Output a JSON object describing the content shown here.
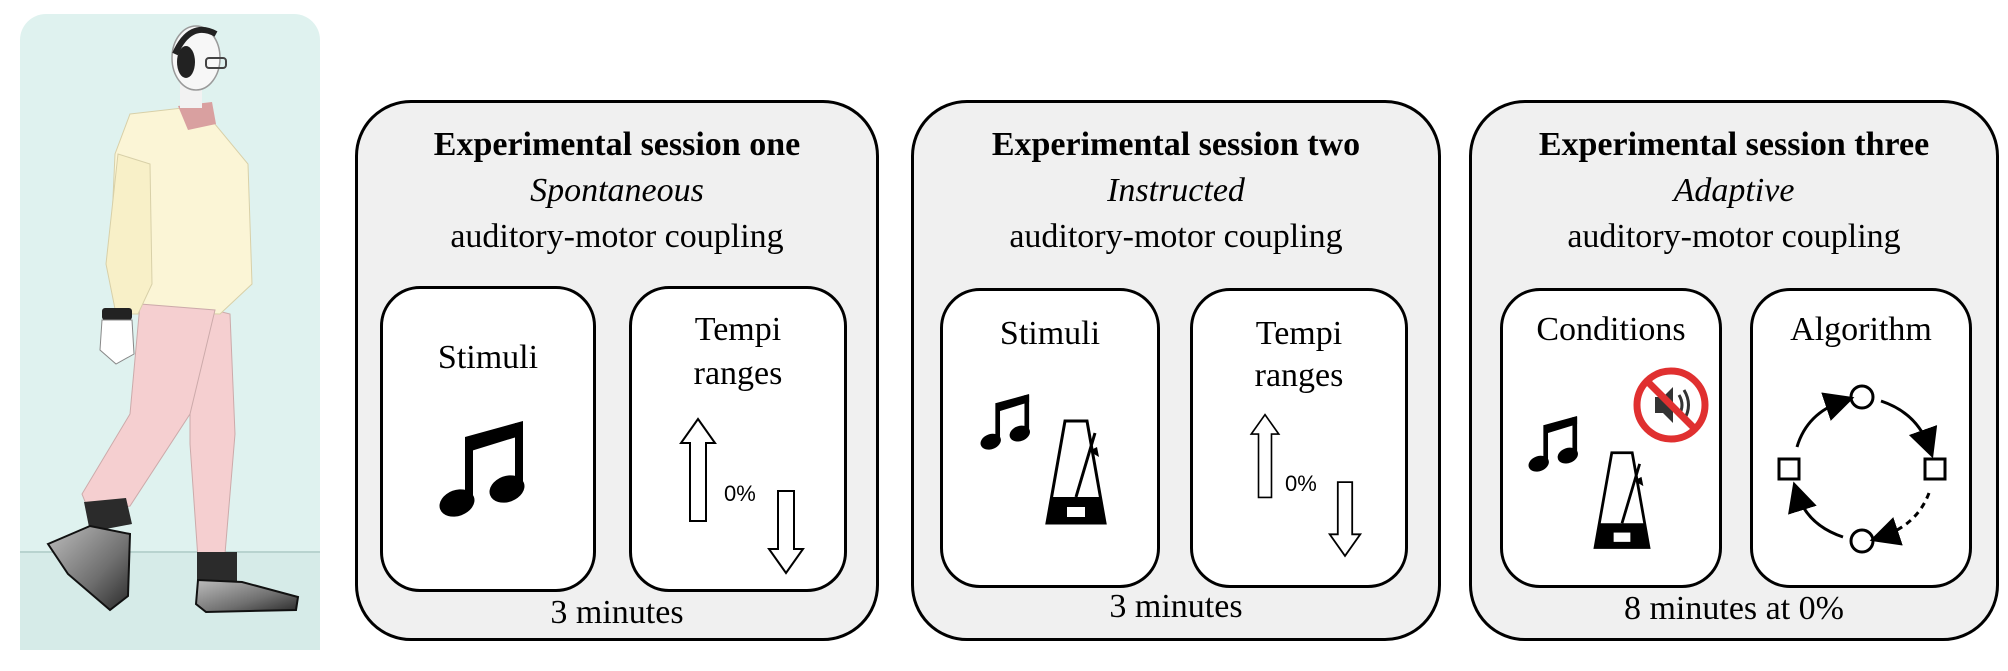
{
  "sessions": [
    {
      "title": "Experimental session one",
      "mode": "Spontaneous",
      "coupling": "auditory-motor coupling",
      "left_box": {
        "label": "Stimuli",
        "icons": [
          "music-note-icon"
        ]
      },
      "right_box": {
        "label_line1": "Tempi",
        "label_line2": "ranges",
        "center_value": "0%",
        "icons": [
          "up-arrow-icon",
          "down-arrow-icon"
        ]
      },
      "duration": "3 minutes"
    },
    {
      "title": "Experimental session two",
      "mode": "Instructed",
      "coupling": "auditory-motor coupling",
      "left_box": {
        "label": "Stimuli",
        "icons": [
          "music-note-icon",
          "metronome-icon"
        ]
      },
      "right_box": {
        "label_line1": "Tempi",
        "label_line2": "ranges",
        "center_value": "0%",
        "icons": [
          "up-arrow-icon",
          "down-arrow-icon"
        ]
      },
      "duration": "3 minutes"
    },
    {
      "title": "Experimental session three",
      "mode": "Adaptive",
      "coupling": "auditory-motor coupling",
      "left_box": {
        "label": "Conditions",
        "icons": [
          "music-note-icon",
          "metronome-icon",
          "no-sound-icon"
        ]
      },
      "right_box": {
        "label": "Algorithm",
        "icons": [
          "cycle-loop-icon"
        ]
      },
      "duration": "8 minutes at 0%"
    }
  ],
  "illustration": {
    "icon": "walking-person-with-headphones-icon"
  },
  "colors": {
    "panel_background": "#f0f0f0",
    "illustration_background": "#dff2ef",
    "sweater": "#fbf5d6",
    "trousers": "#f5cfd0",
    "prohibition_red": "#e03030"
  }
}
